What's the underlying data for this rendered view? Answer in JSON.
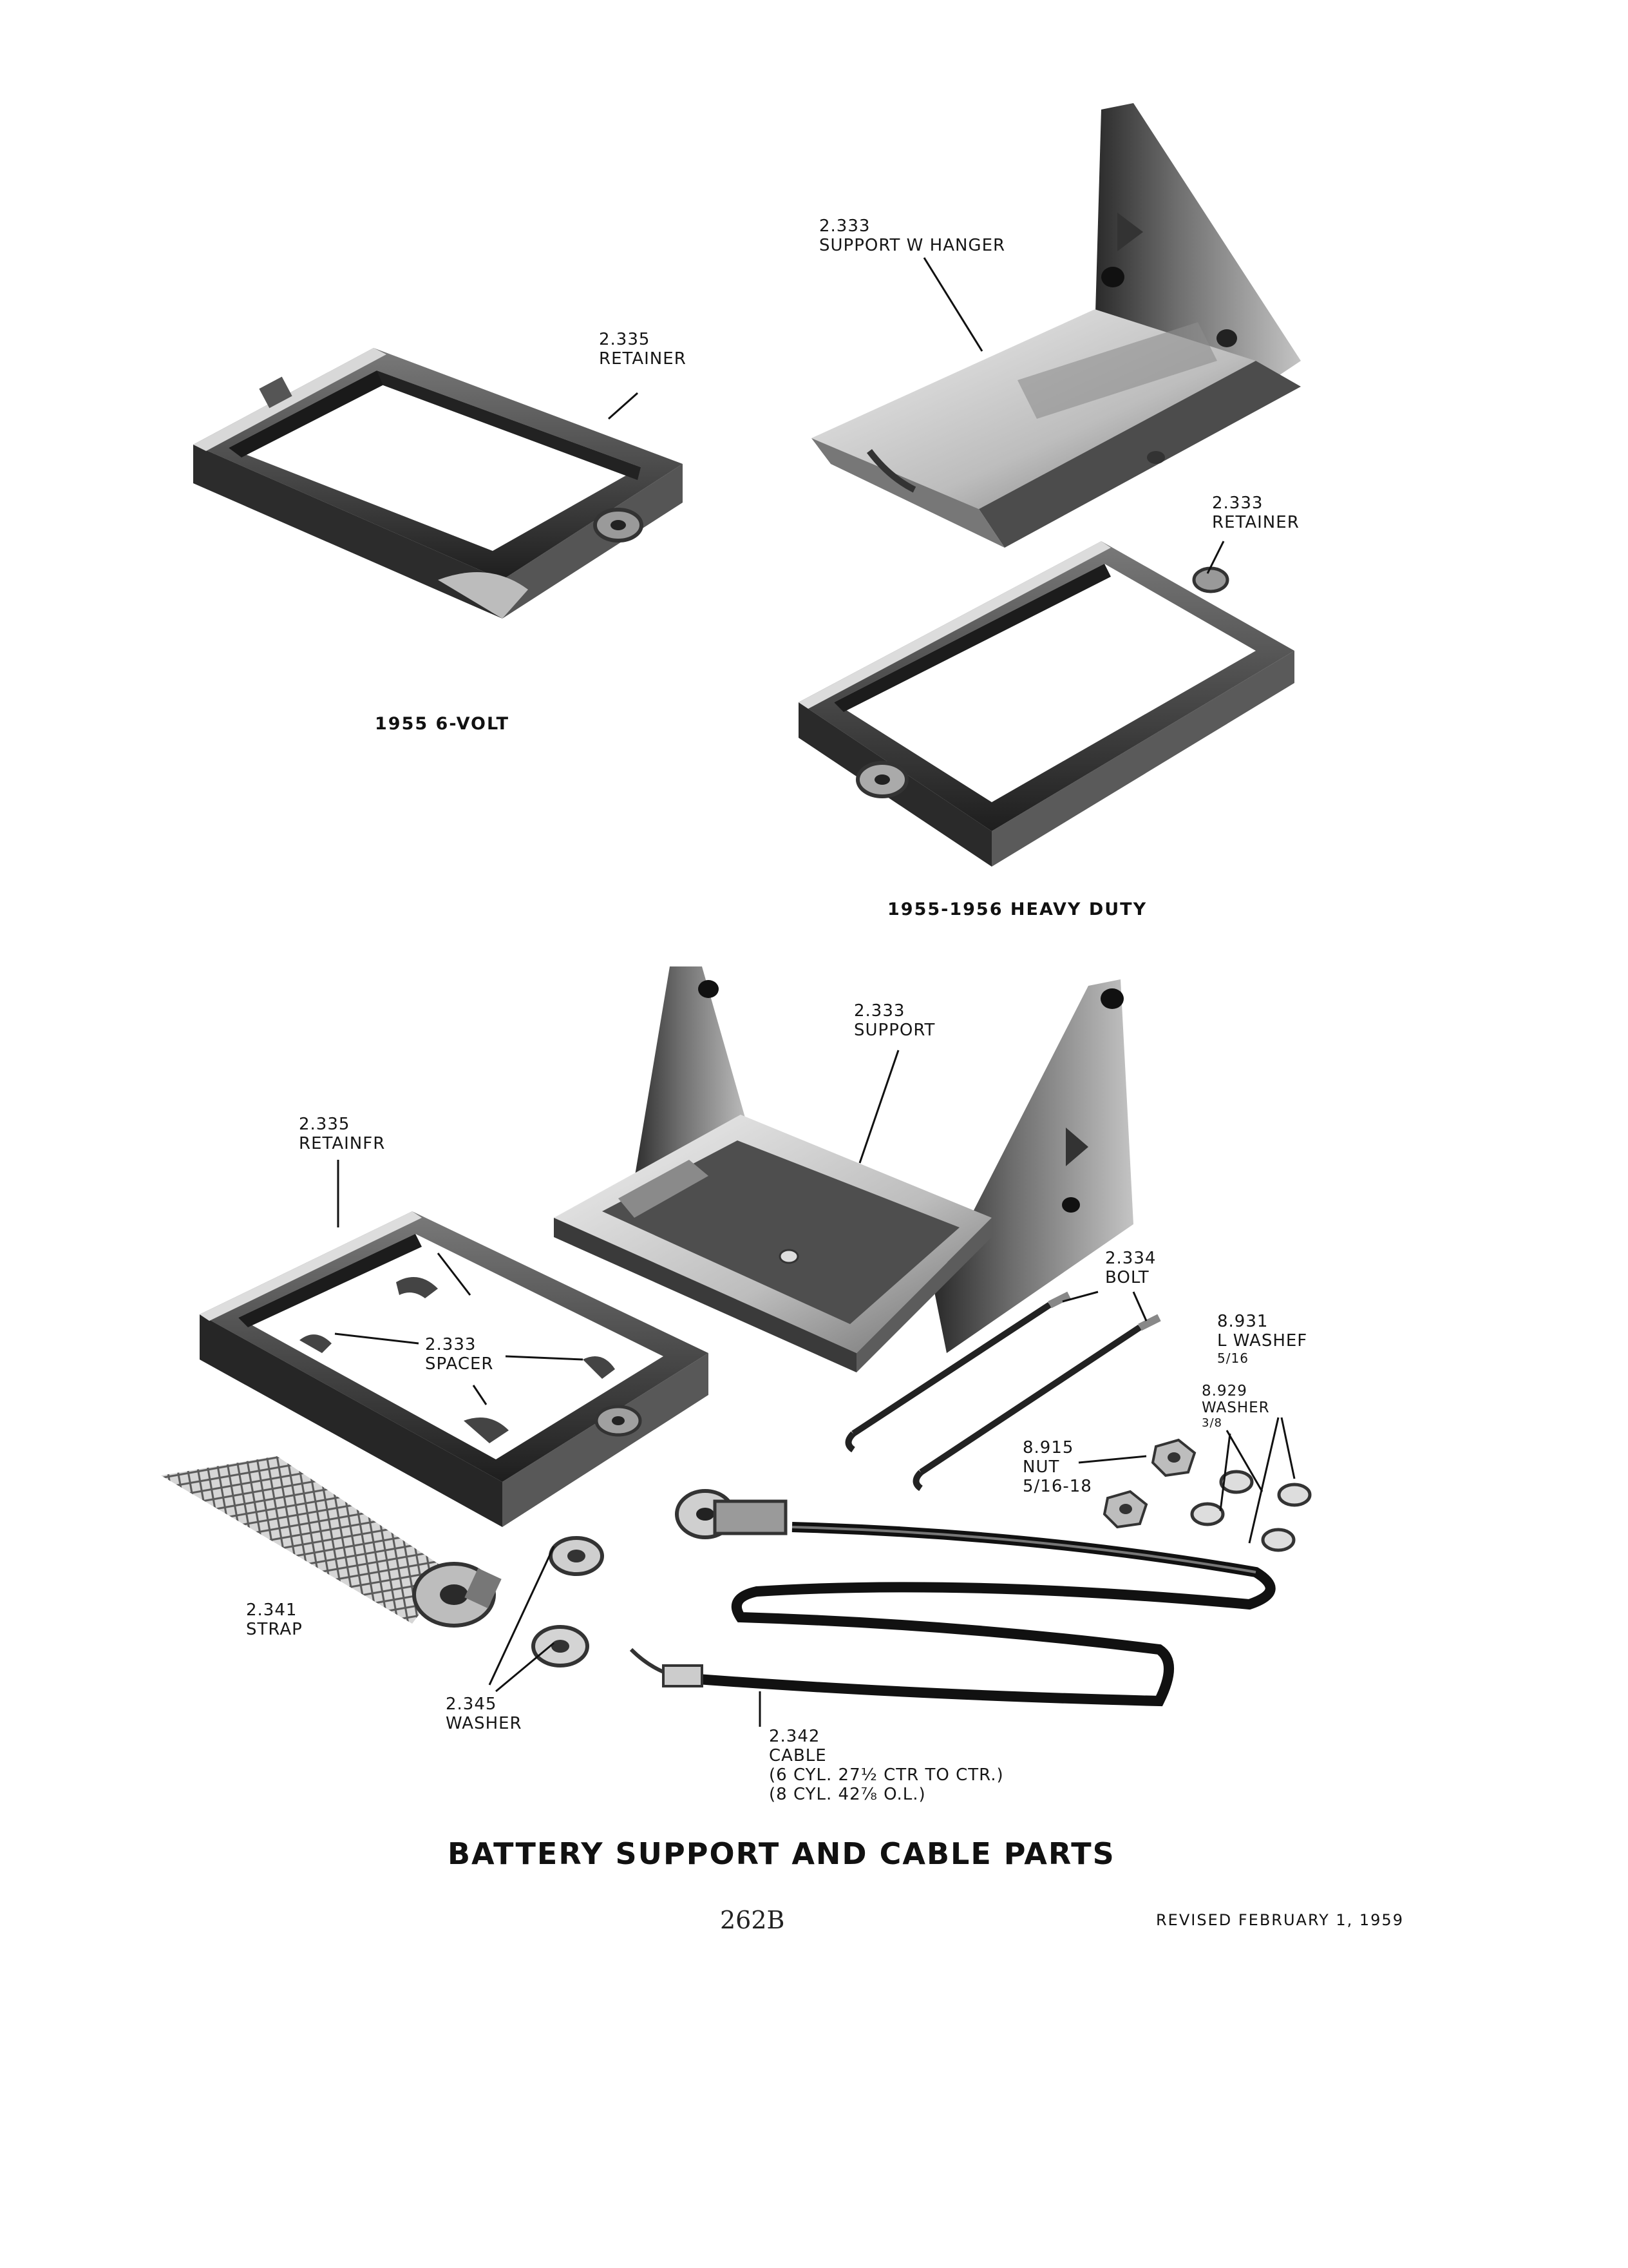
{
  "sections": {
    "six_volt": {
      "caption": "1955 6-VOLT"
    },
    "heavy_duty": {
      "caption": "1955-1956 HEAVY DUTY"
    }
  },
  "callouts": {
    "support_w_hanger": {
      "number": "2.333",
      "name": "SUPPORT W HANGER"
    },
    "retainer_6v": {
      "number": "2.335",
      "name": "RETAINER"
    },
    "retainer_hd": {
      "number": "2.333",
      "name": "RETAINER"
    },
    "support": {
      "number": "2.333",
      "name": "SUPPORT"
    },
    "retainer_std": {
      "number": "2.335",
      "name": "RETAINFR"
    },
    "bolt": {
      "number": "2.334",
      "name": "BOLT"
    },
    "lock_washer": {
      "number": "8.931",
      "name": "L WASHEF",
      "size": "5/16"
    },
    "washer_small": {
      "number": "8.929",
      "name": "WASHER",
      "size": "3/8"
    },
    "spacer": {
      "number": "2.333",
      "name": "SPACER"
    },
    "nut": {
      "number": "8.915",
      "name": "NUT",
      "size": "5/16-18"
    },
    "strap": {
      "number": "2.341",
      "name": "STRAP"
    },
    "washer": {
      "number": "2.345",
      "name": "WASHER"
    },
    "cable": {
      "number": "2.342",
      "name": "CABLE",
      "note_1": "(6 CYL. 27½ CTR TO CTR.)",
      "note_2": "(8 CYL. 42⅞ O.L.)"
    }
  },
  "footer": {
    "title": "BATTERY SUPPORT AND CABLE PARTS",
    "page_number": "262B",
    "revision": "REVISED FEBRUARY 1, 1959"
  }
}
